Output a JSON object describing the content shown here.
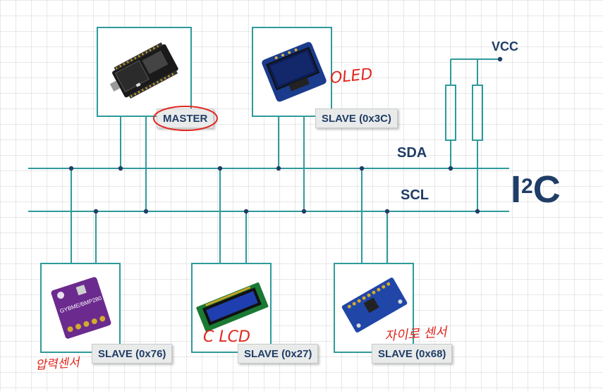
{
  "bus": {
    "sda_label": "SDA",
    "scl_label": "SCL",
    "protocol_main": "I",
    "protocol_sup": "2",
    "protocol_tail": "C",
    "vcc_label": "VCC"
  },
  "devices": {
    "master": {
      "tag": "MASTER"
    },
    "oled": {
      "tag": "SLAVE (0x3C)"
    },
    "bme280": {
      "tag": "SLAVE (0x76)",
      "chip_text": "GYBME/BMP280"
    },
    "lcd1602": {
      "tag": "SLAVE (0x27)"
    },
    "mpu": {
      "tag": "SLAVE (0x68)"
    }
  },
  "annotations": {
    "oled_note": "OLED",
    "lcd_note": "C LCD",
    "gyro_note": "자이로 센서",
    "pressure_note": "압력센서"
  },
  "colors": {
    "wire": "#2f9a9a",
    "text": "#1f3d66",
    "annotation": "#e0261e",
    "junction": "#1f3d66"
  }
}
